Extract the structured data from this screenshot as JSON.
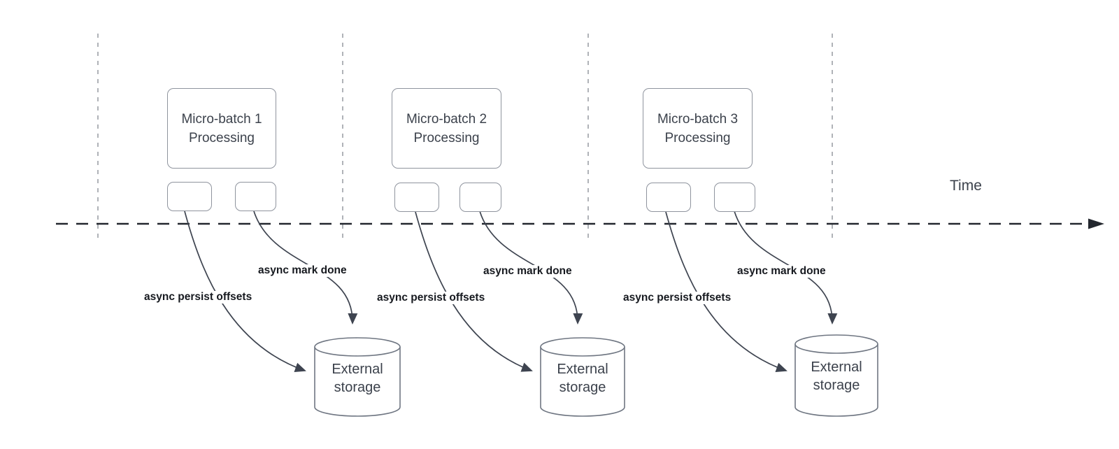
{
  "diagram": {
    "time_label": "Time",
    "colors": {
      "arrow": "#3e4450",
      "timeline": "#23272e",
      "guide_line": "#b0b3b8",
      "box_border": "#8f949e",
      "box_text": "#3c424c",
      "label_text": "#16191f"
    },
    "groups": [
      {
        "title_line1": "Micro-batch 1",
        "title_line2": "Processing",
        "persist_label": "async persist offsets",
        "done_label": "async mark done",
        "storage_line1": "External",
        "storage_line2": "storage"
      },
      {
        "title_line1": "Micro-batch 2",
        "title_line2": "Processing",
        "persist_label": "async persist offsets",
        "done_label": "async mark done",
        "storage_line1": "External",
        "storage_line2": "storage"
      },
      {
        "title_line1": "Micro-batch 3",
        "title_line2": "Processing",
        "persist_label": "async persist offsets",
        "done_label": "async mark done",
        "storage_line1": "External",
        "storage_line2": "storage"
      }
    ]
  }
}
